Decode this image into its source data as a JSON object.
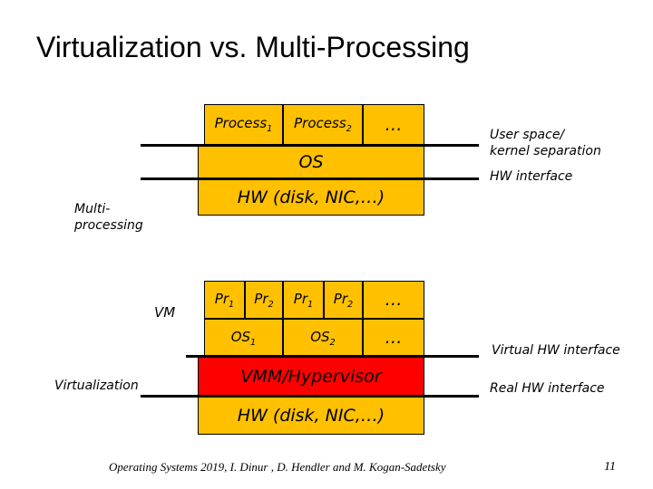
{
  "slide": {
    "title": "Virtualization vs. Multi-Processing",
    "footer": "Operating Systems 2019, I. Dinur , D. Hendler and M. Kogan-Sadetsky",
    "page_number": "11"
  },
  "multiprocessing": {
    "side_label": "Multi-\nprocessing",
    "process1": "Process1",
    "process2": "Process2",
    "ellipsis": "…",
    "os": "OS",
    "hw": "HW (disk, NIC,…)"
  },
  "virtualization": {
    "side_label": "Virtualization",
    "vm_label": "VM",
    "vm1": {
      "pr1": "Pr1",
      "pr2": "Pr2",
      "os": "OS1"
    },
    "vm2": {
      "pr1": "Pr1",
      "pr2": "Pr2",
      "os": "OS2"
    },
    "ellipsis_top": "…",
    "ellipsis_bottom": "…",
    "vmm": "VMM/Hypervisor",
    "hw": "HW (disk, NIC,…)"
  },
  "annotations": {
    "user_kernel": "User space/\nkernel separation",
    "hw_interface": "HW interface",
    "virtual_hw_interface": "Virtual HW interface",
    "real_hw_interface": "Real HW interface"
  },
  "colors": {
    "box_fill": "#ffc000",
    "hypervisor_fill": "#ff0000",
    "line": "#000000"
  }
}
